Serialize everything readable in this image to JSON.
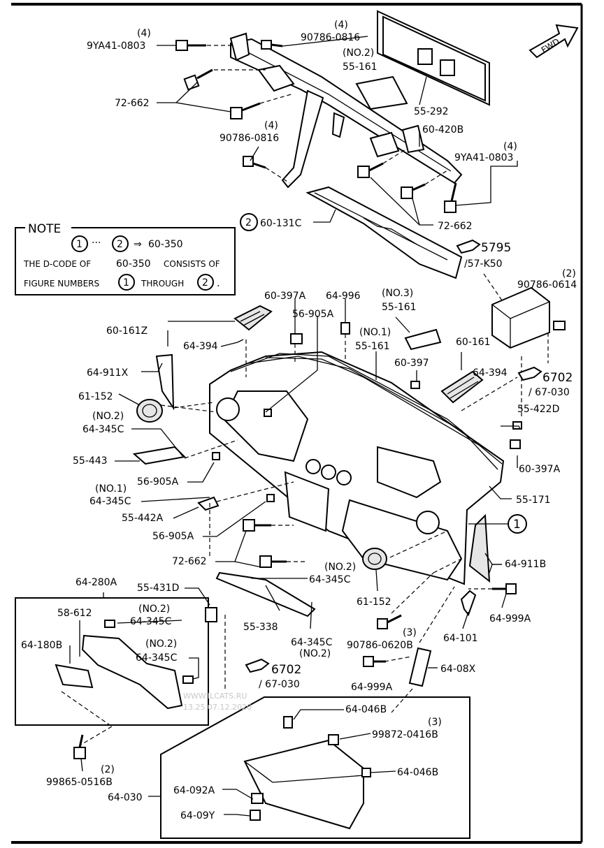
{
  "parts": {
    "p_9YA41_0803_top": "9YA41-0803",
    "p_9YA41_0803_top_qty": "(4)",
    "p_90786_0816_top": "90786-0816",
    "p_90786_0816_top_qty": "(4)",
    "p_55_161_no2": "55-161",
    "p_55_161_no2_note": "(NO.2)",
    "p_55_292": "55-292",
    "p_72_662_a": "72-662",
    "p_90786_0816_mid": "90786-0816",
    "p_90786_0816_mid_qty": "(4)",
    "p_60_420B": "60-420B",
    "p_9YA41_0803_mid": "9YA41-0803",
    "p_9YA41_0803_mid_qty": "(4)",
    "p_60_131C": "60-131C",
    "p_72_662_b": "72-662",
    "p_ref_5795": "5795",
    "p_ref_57K50": "/57-K50",
    "p_90786_0614": "90786-0614",
    "p_90786_0614_qty": "(2)",
    "p_60_397A_a": "60-397A",
    "p_64_996": "64-996",
    "p_55_161_no3": "55-161",
    "p_55_161_no3_note": "(NO.3)",
    "p_60_161Z": "60-161Z",
    "p_56_905A_a": "56-905A",
    "p_55_161_no1": "55-161",
    "p_55_161_no1_note": "(NO.1)",
    "p_64_394_a": "64-394",
    "p_60_161": "60-161",
    "p_60_397": "60-397",
    "p_64_394_b": "64-394",
    "p_64_911X": "64-911X",
    "p_ref_6702_a": "6702",
    "p_ref_67030_a": "/ 67-030",
    "p_61_152_a": "61-152",
    "p_55_422D": "55-422D",
    "p_64_345C_no2_a_note": "(NO.2)",
    "p_64_345C_no2_a": "64-345C",
    "p_55_443": "55-443",
    "p_60_397A_b": "60-397A",
    "p_56_905A_b": "56-905A",
    "p_64_345C_no1_note": "(NO.1)",
    "p_64_345C_no1": "64-345C",
    "p_55_171": "55-171",
    "p_55_442A": "55-442A",
    "p_56_905A_c": "56-905A",
    "p_callout_1": "1",
    "p_72_662_c": "72-662",
    "p_64_911B": "64-911B",
    "p_64_345C_no2_b_note": "(NO.2)",
    "p_64_345C_no2_b": "64-345C",
    "p_64_280A": "64-280A",
    "p_55_431D": "55-431D",
    "p_61_152_b": "61-152",
    "p_64_999A_a": "64-999A",
    "p_58_612": "58-612",
    "p_64_345C_no2_c_note": "(NO.2)",
    "p_64_345C_no2_c": "64-345C",
    "p_55_338": "55-338",
    "p_90786_0620B": "90786-0620B",
    "p_90786_0620B_qty": "(3)",
    "p_64_101": "64-101",
    "p_64_180B": "64-180B",
    "p_64_345C_no2_d_note": "(NO.2)",
    "p_64_345C_no2_d": "64-345C",
    "p_64_345C_no2_e": "64-345C",
    "p_64_345C_no2_e_note": "(NO.2)",
    "p_ref_6702_b": "6702",
    "p_ref_67030_b": "/ 67-030",
    "p_64_999A_b": "64-999A",
    "p_64_08X": "64-08X",
    "p_64_046B_a": "64-046B",
    "p_99872_0416B": "99872-0416B",
    "p_99872_0416B_qty": "(3)",
    "p_64_046B_b": "64-046B",
    "p_99865_0516B": "99865-0516B",
    "p_99865_0516B_qty": "(2)",
    "p_64_030": "64-030",
    "p_64_092A": "64-092A",
    "p_64_09Y": "64-09Y",
    "p_callout2_circle": "2",
    "p_callout2_ref": "60-131C"
  },
  "note": {
    "title": "NOTE",
    "circle1": "1",
    "circle2": "2",
    "dots": "···",
    "arrow": "⇒",
    "code": "60-350",
    "line2_a": "THE D-CODE OF",
    "line2_b": "60-350",
    "line2_c": "CONSISTS OF",
    "line3_a": "FIGURE NUMBERS",
    "line3_b": "THROUGH",
    "line3_end": "."
  },
  "fwd_label": "FWD",
  "watermark": {
    "line1": "WWW.ILCATS.RU",
    "line2": "13.25 07.12.2020"
  }
}
